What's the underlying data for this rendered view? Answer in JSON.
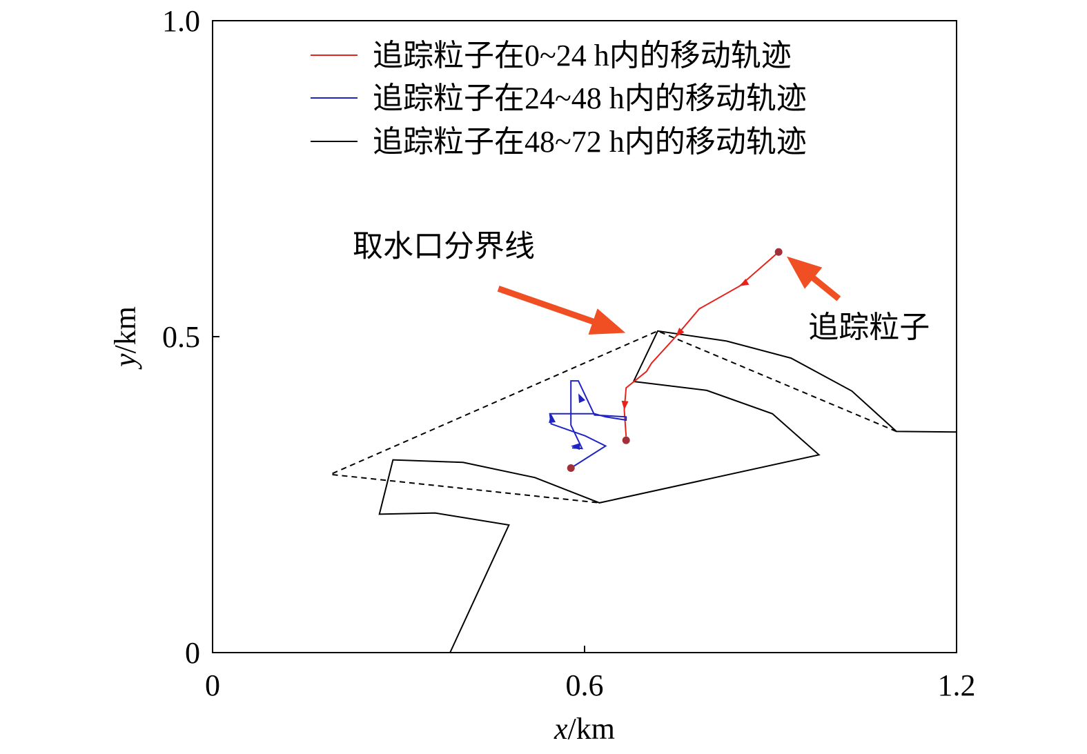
{
  "chart_data": {
    "type": "line",
    "xlabel_var": "x",
    "xlabel_unit": "/km",
    "ylabel_var": "y",
    "ylabel_unit": "/km",
    "xlim": [
      0,
      1.2
    ],
    "ylim": [
      0,
      1.0
    ],
    "xticks": [
      {
        "value": 0,
        "label": "0"
      },
      {
        "value": 0.6,
        "label": "0.6"
      },
      {
        "value": 1.2,
        "label": "1.2"
      }
    ],
    "yticks": [
      {
        "value": 0,
        "label": "0"
      },
      {
        "value": 0.5,
        "label": "0.5"
      },
      {
        "value": 1.0,
        "label": "1.0"
      }
    ],
    "grid": false,
    "legend_position": "top-right",
    "colors": {
      "red": "#e8201a",
      "blue": "#1f23c4",
      "black": "#000000",
      "arrow": "#f04e23",
      "marker": "#a0303a"
    },
    "series": [
      {
        "name": "追踪粒子在0~24 h内的移动轨迹",
        "color": "#e8201a",
        "x": [
          0.913,
          0.85,
          0.785,
          0.747,
          0.708,
          0.7,
          0.667,
          0.664,
          0.667
        ],
        "y": [
          0.634,
          0.58,
          0.544,
          0.5,
          0.458,
          0.445,
          0.419,
          0.384,
          0.342
        ],
        "arrows": [
          [
            0.85,
            0.58
          ],
          [
            0.747,
            0.5
          ],
          [
            0.664,
            0.384
          ]
        ]
      },
      {
        "name": "追踪粒子在24~48 h内的移动轨迹",
        "color": "#1f23c4",
        "x": [
          0.578,
          0.634,
          0.601,
          0.546,
          0.544,
          0.616,
          0.634,
          0.667,
          0.667,
          0.616,
          0.59,
          0.578,
          0.578,
          0.596,
          0.58
        ],
        "y": [
          0.292,
          0.327,
          0.343,
          0.362,
          0.378,
          0.378,
          0.373,
          0.368,
          0.373,
          0.376,
          0.43,
          0.43,
          0.36,
          0.323,
          0.324
        ],
        "arrows": [
          [
            0.546,
            0.378
          ],
          [
            0.578,
            0.327
          ],
          [
            0.59,
            0.41
          ]
        ]
      },
      {
        "name": "追踪粒子在48~72 h内的移动轨迹",
        "color": "#000000",
        "x": [],
        "y": []
      }
    ],
    "boundary": {
      "upper_shore": {
        "x": [
          0.679,
          0.718,
          0.829,
          0.933,
          1.031,
          1.103,
          1.2
        ],
        "y": [
          0.429,
          0.509,
          0.493,
          0.466,
          0.414,
          0.35,
          0.349
        ]
      },
      "lower_shore": {
        "x": [
          0.679,
          0.797,
          0.903,
          0.978,
          0.624,
          0.52,
          0.404,
          0.291,
          0.269,
          0.359,
          0.478,
          0.383
        ],
        "y": [
          0.429,
          0.415,
          0.378,
          0.313,
          0.237,
          0.277,
          0.301,
          0.305,
          0.219,
          0.221,
          0.202,
          0
        ]
      },
      "intake_boundary": {
        "x": [
          1.103,
          0.718,
          0.19,
          0.624
        ],
        "y": [
          0.35,
          0.509,
          0.282,
          0.237
        ]
      }
    },
    "start_points": [
      {
        "x": 0.913,
        "y": 0.634
      },
      {
        "x": 0.667,
        "y": 0.336
      },
      {
        "x": 0.578,
        "y": 0.292
      }
    ],
    "annotations": [
      {
        "text": "取水口分界线",
        "text_x": 0.226,
        "text_y": 0.627,
        "arrow_from": [
          0.461,
          0.576
        ],
        "arrow_to": [
          0.666,
          0.506
        ]
      },
      {
        "text": "追踪粒子",
        "text_x": 0.961,
        "text_y": 0.499,
        "arrow_from": [
          1.01,
          0.56
        ],
        "arrow_to": [
          0.926,
          0.627
        ]
      }
    ]
  }
}
